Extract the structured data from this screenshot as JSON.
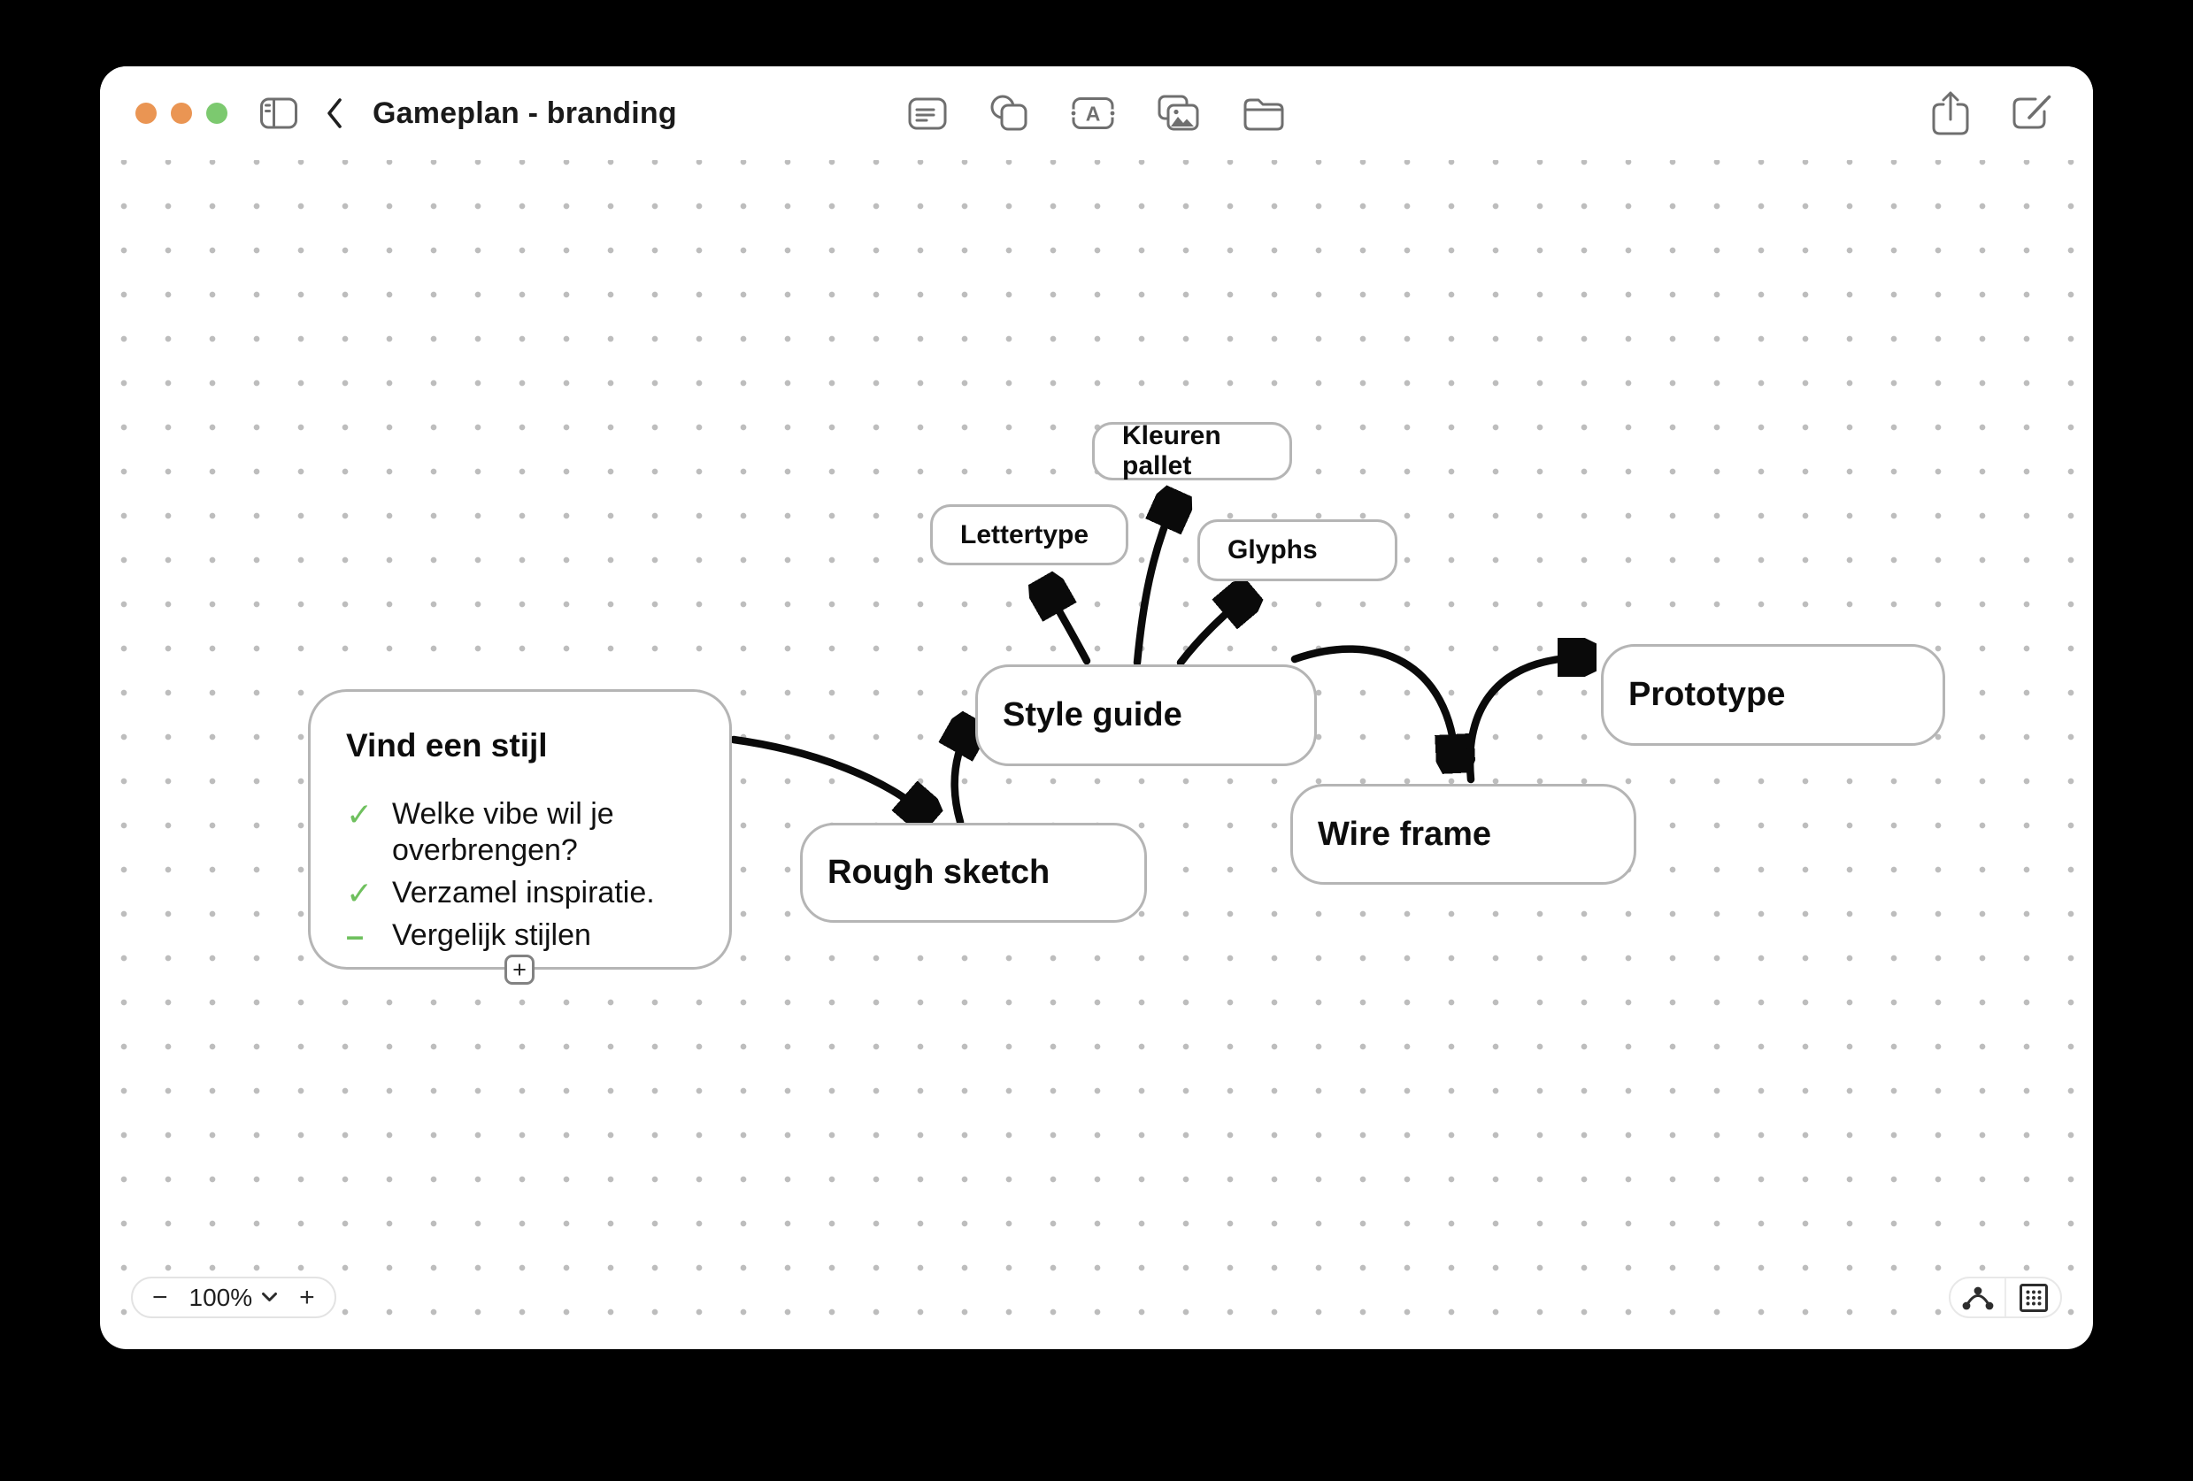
{
  "titlebar": {
    "title": "Gameplan - branding",
    "traffic_lights": {
      "close": "#ea9553",
      "minimize": "#ea9553",
      "zoom": "#7cc96f"
    },
    "icon_names": [
      "sidebar-toggle-icon",
      "back-chevron-icon",
      "sticky-note-icon",
      "shapes-icon",
      "text-box-icon",
      "photos-icon",
      "files-icon",
      "share-icon",
      "compose-icon"
    ],
    "text_icon_letter": "A"
  },
  "board": {
    "card": {
      "title": "Vind een stijl",
      "items": [
        {
          "icon": "✓",
          "state": "checked",
          "text": "Welke vibe wil je overbrengen?"
        },
        {
          "icon": "✓",
          "state": "checked",
          "text": "Verzamel inspiratie."
        },
        {
          "icon": "–",
          "state": "open",
          "text": "Vergelijk stijlen"
        }
      ],
      "add_button": "+"
    },
    "nodes": [
      {
        "label": "Kleuren pallet"
      },
      {
        "label": "Lettertype"
      },
      {
        "label": "Glyphs"
      },
      {
        "label": "Style guide"
      },
      {
        "label": "Rough sketch"
      },
      {
        "label": "Wire frame"
      },
      {
        "label": "Prototype"
      }
    ],
    "connections": [
      {
        "from": "Vind een stijl",
        "to": "Rough sketch"
      },
      {
        "from": "Rough sketch",
        "to": "Style guide"
      },
      {
        "from": "Style guide",
        "to": "Lettertype"
      },
      {
        "from": "Style guide",
        "to": "Kleuren pallet"
      },
      {
        "from": "Style guide",
        "to": "Glyphs"
      },
      {
        "from": "Style guide",
        "to": "Wire frame"
      },
      {
        "from": "Wire frame",
        "to": "Prototype"
      }
    ]
  },
  "zoom_control": {
    "minus": "−",
    "level": "100%",
    "plus": "+"
  },
  "colors": {
    "node_border": "#b5b5b5",
    "arrow": "#0a0a0a",
    "checklist_green": "#6fc05e",
    "toolbar_icon_gray": "#6f6f6f",
    "canvas_dot": "#bdbdbd",
    "window_bg": "#ffffff",
    "desktop_bg": "#000000"
  }
}
